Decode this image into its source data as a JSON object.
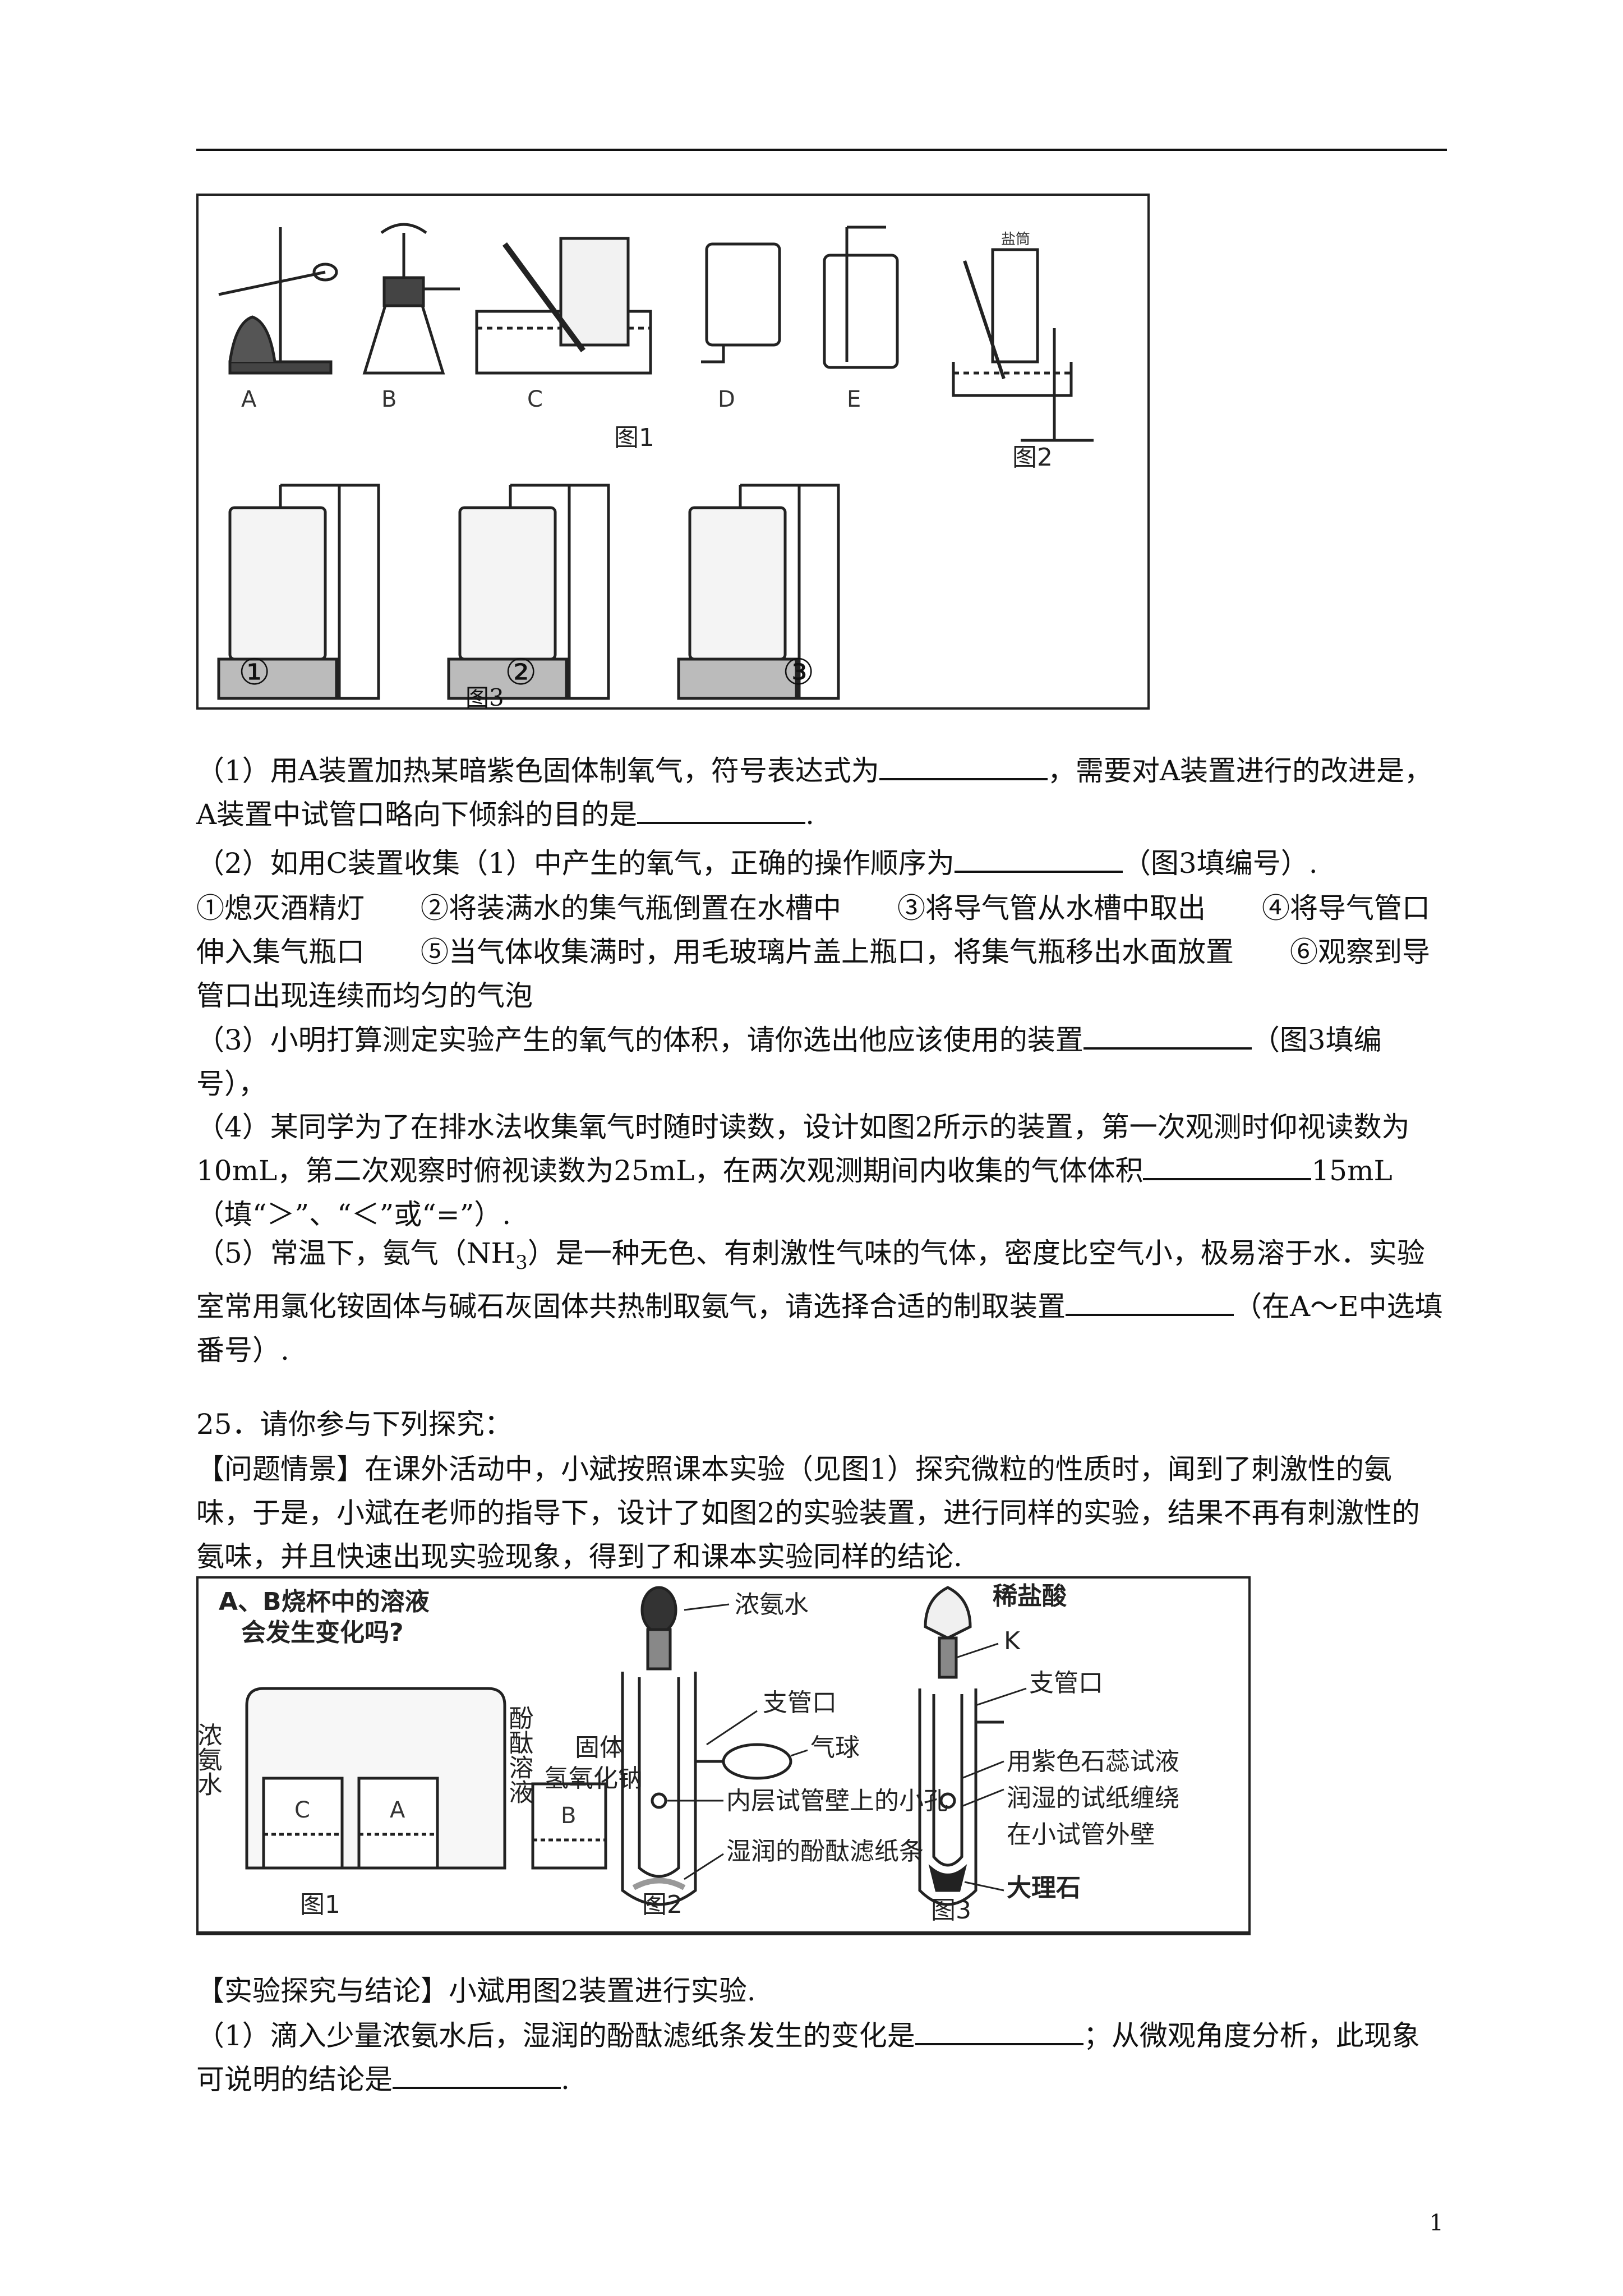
{
  "fig_top": {
    "labels": [
      "A",
      "B",
      "C",
      "D",
      "E"
    ],
    "fig1": "图1",
    "fig2": "图2",
    "fig3": "图3",
    "fig2_tag": "盐筒",
    "circled": [
      "①",
      "②",
      "③"
    ]
  },
  "q24": {
    "p1": [
      "（1）用A装置加热某暗紫色固体制氧气，符号表达式为",
      "，需要对A装置进行的改进是",
      "，A装置中试管口略向下倾斜的目的是",
      "."
    ],
    "p2": [
      "（2）如用C装置收集（1）中产生的氧气，正确的操作顺序为",
      "（图3填编号）."
    ],
    "p2_items": "①熄灭酒精灯　　②将装满水的集气瓶倒置在水槽中　　③将导气管从水槽中取出　　④将导气管口伸入集气瓶口　　⑤当气体收集满时，用毛玻璃片盖上瓶口，将集气瓶移出水面放置　　⑥观察到导管口出现连续而均匀的气泡",
    "p3": [
      "（3）小明打算测定实验产生的氧气的体积，请你选出他应该使用的装置",
      "（图3填编号），"
    ],
    "p4": [
      "（4）某同学为了在排水法收集氧气时随时读数，设计如图2所示的装置，第一次观测时仰视读数为10mL，第二次观察时俯视读数为25mL，在两次观测期间内收集的气体体积",
      "15mL（填“＞”、“＜”或“=”）."
    ],
    "p5a": "（5）常温下，氨气（NH",
    "p5sub": "3",
    "p5b": [
      "）是一种无色、有刺激性气味的气体，密度比空气小，极易溶于水．实验室常用氯化铵固体与碱石灰固体共热制取氨气，请选择合适的制取装置",
      "（在A～E中选填番号）."
    ]
  },
  "q25": {
    "title": "25．请你参与下列探究：",
    "scene": "【问题情景】在课外活动中，小斌按照课本实验（见图1）探究微粒的性质时，闻到了刺激性的氨味，于是，小斌在老师的指导下，设计了如图2的实验装置，进行同样的实验，结果不再有刺激性的氨味，并且快速出现实验现象，得到了和课本实验同样的结论.",
    "explore": "【实验探究与结论】小斌用图2装置进行实验.",
    "p1": [
      "（1）滴入少量浓氨水后，湿润的酚酞滤纸条发生的变化是",
      "；从微观角度分析，此现象可说明的结论是",
      "."
    ]
  },
  "fig_bottom": {
    "question1": "A、B烧杯中的溶液",
    "question2": "会发生变化吗?",
    "left_vert": "浓氨水",
    "right_vert": "酚酞溶液",
    "beakers": [
      "C",
      "A",
      "B"
    ],
    "fig1": "图1",
    "fig2": "图2",
    "fig3": "图3",
    "f2_ammonia": "浓氨水",
    "f2_branch": "支管口",
    "f2_balloon": "气球",
    "f2_solid1": "固体",
    "f2_solid2": "氢氧化钠",
    "f2_hole": "内层试管壁上的小孔",
    "f2_paper": "湿润的酚酞滤纸条",
    "f3_acid": "稀盐酸",
    "f3_k": "K",
    "f3_branch": "支管口",
    "f3_l1": "用紫色石蕊试液",
    "f3_l2": "润湿的试纸缠绕",
    "f3_l3": "在小试管外壁",
    "f3_marble": "大理石"
  },
  "page_number": "1"
}
